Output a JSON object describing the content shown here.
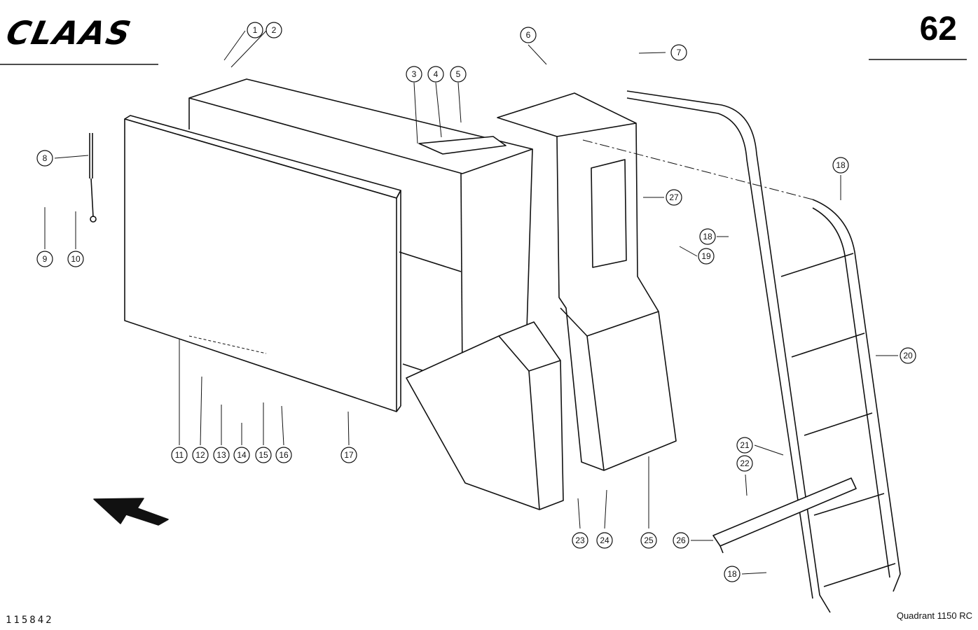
{
  "header": {
    "brand": "CLAAS",
    "page_number": "62"
  },
  "footer": {
    "drawing_number": "115842",
    "model": "Quadrant 1150 RC"
  },
  "callouts": [
    {
      "id": "c1",
      "label": "1"
    },
    {
      "id": "c2",
      "label": "2"
    },
    {
      "id": "c3",
      "label": "3"
    },
    {
      "id": "c4",
      "label": "4"
    },
    {
      "id": "c5",
      "label": "5"
    },
    {
      "id": "c6",
      "label": "6"
    },
    {
      "id": "c7",
      "label": "7"
    },
    {
      "id": "c8",
      "label": "8"
    },
    {
      "id": "c9",
      "label": "9"
    },
    {
      "id": "c10",
      "label": "10"
    },
    {
      "id": "c11",
      "label": "11"
    },
    {
      "id": "c12",
      "label": "12"
    },
    {
      "id": "c13",
      "label": "13"
    },
    {
      "id": "c14",
      "label": "14"
    },
    {
      "id": "c15",
      "label": "15"
    },
    {
      "id": "c16",
      "label": "16"
    },
    {
      "id": "c17",
      "label": "17"
    },
    {
      "id": "c18a",
      "label": "18"
    },
    {
      "id": "c18b",
      "label": "18"
    },
    {
      "id": "c18c",
      "label": "18"
    },
    {
      "id": "c19",
      "label": "19"
    },
    {
      "id": "c20",
      "label": "20"
    },
    {
      "id": "c21",
      "label": "21"
    },
    {
      "id": "c22",
      "label": "22"
    },
    {
      "id": "c23",
      "label": "23"
    },
    {
      "id": "c24",
      "label": "24"
    },
    {
      "id": "c25",
      "label": "25"
    },
    {
      "id": "c26",
      "label": "26"
    },
    {
      "id": "c27",
      "label": "27"
    }
  ]
}
